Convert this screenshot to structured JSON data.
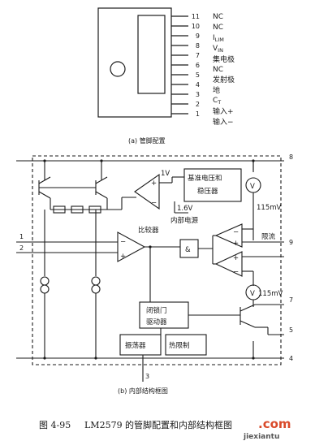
{
  "pin_diagram": {
    "pins": [
      {
        "number": "11",
        "label": "NC"
      },
      {
        "number": "10",
        "label": "NC"
      },
      {
        "number": "9",
        "label": "I",
        "sub": "LIM"
      },
      {
        "number": "8",
        "label": "V",
        "sub": "IN"
      },
      {
        "number": "7",
        "label": "集电极"
      },
      {
        "number": "6",
        "label": "NC"
      },
      {
        "number": "5",
        "label": "发射极"
      },
      {
        "number": "4",
        "label": "地"
      },
      {
        "number": "3",
        "label": "C",
        "sub": "T"
      },
      {
        "number": "2",
        "label": "输入+"
      },
      {
        "number": "1",
        "label": "输入−"
      }
    ],
    "caption": "(a) 管脚配置"
  },
  "block_diagram": {
    "ref_block": "基准电压和稳压器",
    "ref_block_line1": "基准电压和",
    "ref_block_line2": "稳压器",
    "v1": "1V",
    "v16": "1.6V",
    "internal_supply": "内部电源",
    "comparator": "比较器",
    "mv_top": "115mV",
    "mv_bottom": "115mV",
    "current_limit": "限流",
    "latch_line1": "闭锁门",
    "latch_line2": "驱动器",
    "oscillator": "振荡器",
    "thermal": "热限制",
    "and_gate": "&",
    "v_symbol": "V",
    "caption": "(b) 内部结构框图",
    "pin_labels": {
      "p1": "1",
      "p2": "2",
      "p3": "3",
      "p4": "4",
      "p5": "5",
      "p7": "7",
      "p8": "8",
      "p9": "9"
    }
  },
  "figure_caption": {
    "number": "图 4-95",
    "title": "LM2579 的管脚配置和内部结构框图"
  },
  "watermark": {
    "text": "jiexiantu",
    "com": ".com"
  }
}
